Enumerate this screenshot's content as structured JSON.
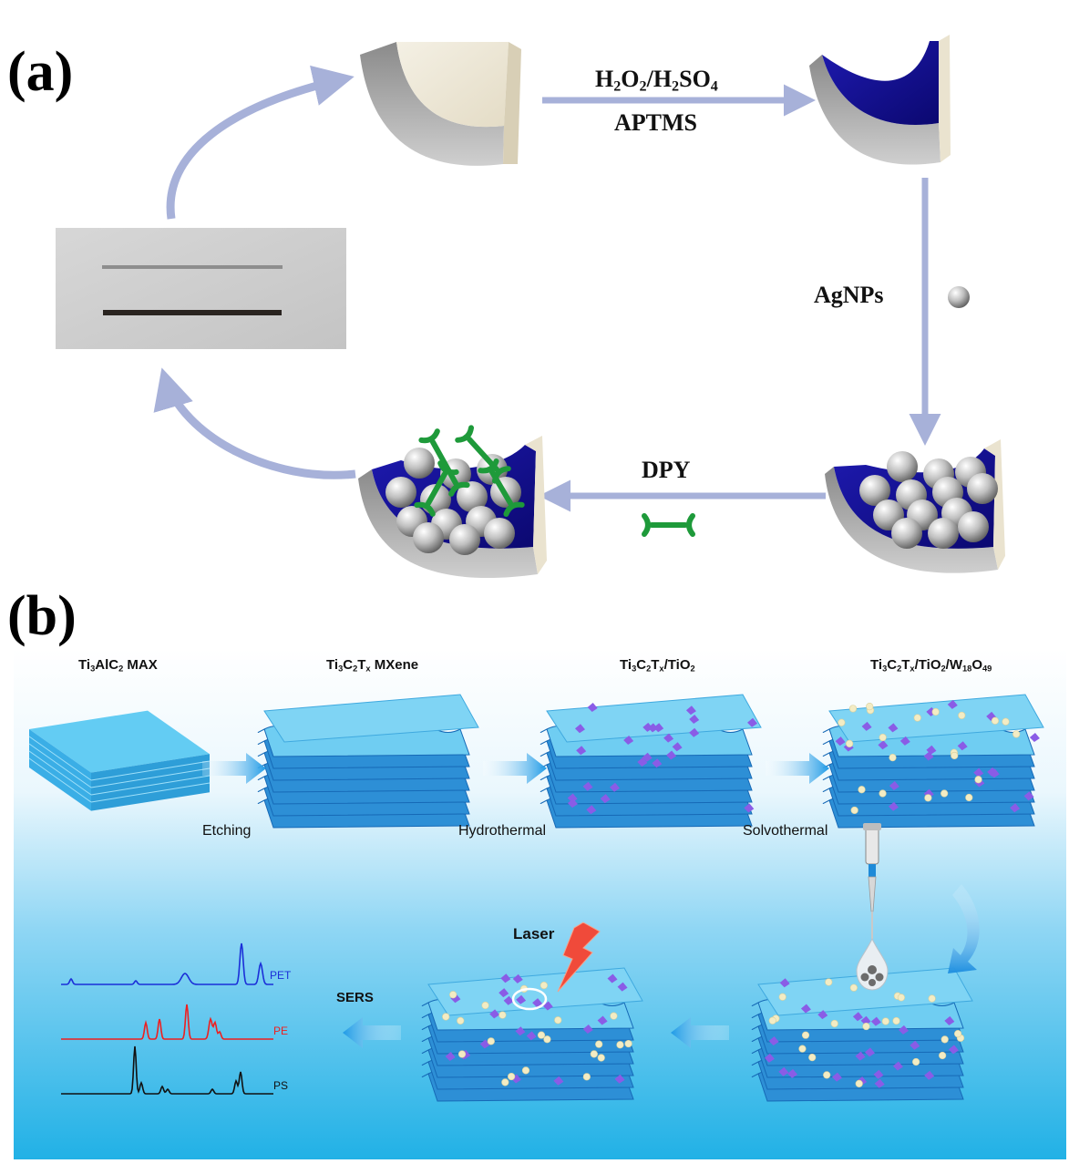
{
  "panel_a": {
    "label": "(a)",
    "steps": {
      "oxidation": {
        "reagent1": {
          "main": "H",
          "s1": "2",
          "m2": "O",
          "s2": "2",
          "m3": "/H",
          "s3": "2",
          "m4": "SO",
          "s4": "4"
        },
        "reagent2": "APTMS"
      },
      "silver": "AgNPs",
      "probe": "DPY"
    }
  },
  "panel_b": {
    "label": "(b)",
    "stages": {
      "max": {
        "p1": "Ti",
        "s1": "3",
        "p2": "AlC",
        "s2": "2",
        "p3": " MAX"
      },
      "mxene": {
        "p1": "Ti",
        "s1": "3",
        "p2": "C",
        "s2": "2",
        "p3": "T",
        "s3": "x",
        "p4": " MXene"
      },
      "tio2": {
        "p1": "Ti",
        "s1": "3",
        "p2": "C",
        "s2": "2",
        "p3": "T",
        "s3": "x",
        "p4": "/TiO",
        "s4": "2"
      },
      "w18o49": {
        "p1": "Ti",
        "s1": "3",
        "p2": "C",
        "s2": "2",
        "p3": "T",
        "s3": "x",
        "p4": "/TiO",
        "s4": "2",
        "p5": "/W",
        "s5": "18",
        "p6": "O",
        "s6": "49"
      }
    },
    "processes": {
      "etching": "Etching",
      "hydrothermal": "Hydrothermal",
      "solvothermal": "Solvothermal",
      "laser": "Laser",
      "sers": "SERS"
    },
    "spectra": [
      "PET",
      "PE",
      "PS"
    ],
    "colors": {
      "water_top": "#ffffff",
      "water_bottom": "#23b4e8",
      "sheet": "#3aa8e0",
      "flake": "#8a5ce6",
      "particle": "#f3ecc4",
      "arrow": "#1e9ae6",
      "pet": "#1b2fd8",
      "pe": "#ee1f1f",
      "ps": "#111111"
    }
  }
}
